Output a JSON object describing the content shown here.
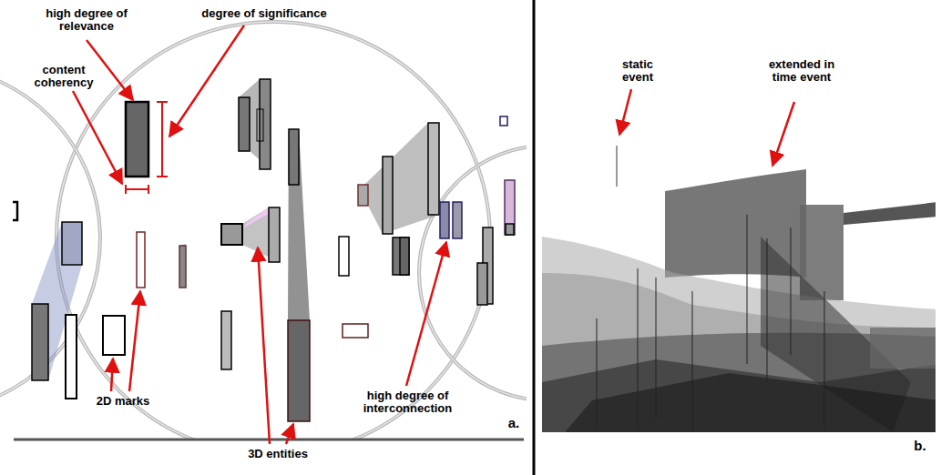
{
  "diagram": {
    "labels": [
      "high degree of relevance",
      "degree of significance",
      "content coherency",
      "2D marks",
      "3D entities",
      "high degree of interconnection",
      "a.",
      "static event",
      "extended in time event",
      "b."
    ]
  }
}
